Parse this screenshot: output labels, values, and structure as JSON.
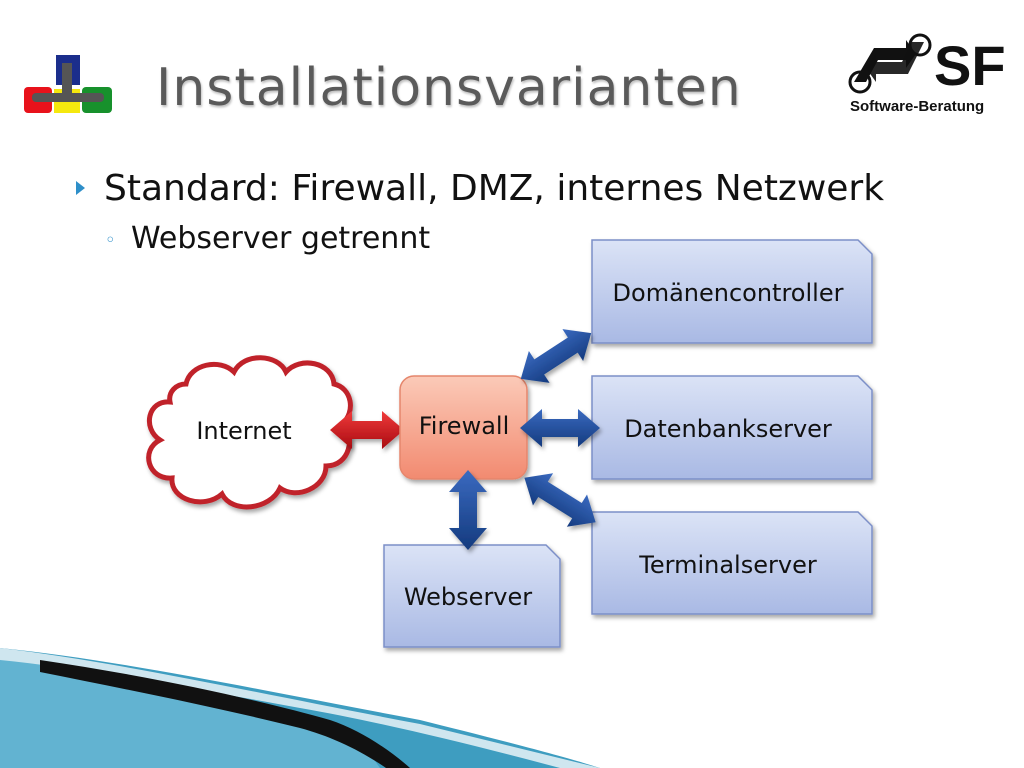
{
  "slide": {
    "title": "Installationsvarianten",
    "bullet_main": "Standard: Firewall, DMZ, internes Netzwerk",
    "bullet_sub": "Webserver getrennt"
  },
  "logo_right": {
    "brand": "SF",
    "subtitle": "Software-Beratung"
  },
  "diagram": {
    "nodes": {
      "internet": "Internet",
      "firewall": "Firewall",
      "domaenencontroller": "Domänencontroller",
      "datenbankserver": "Datenbankserver",
      "terminalserver": "Terminalserver",
      "webserver": "Webserver"
    }
  },
  "colors": {
    "accent_blue": "#2e8fc9",
    "server_box": "#b8c6ea",
    "firewall_box": "#f7a892",
    "arrow_blue": "#1f4e96",
    "arrow_red": "#c0141a"
  }
}
